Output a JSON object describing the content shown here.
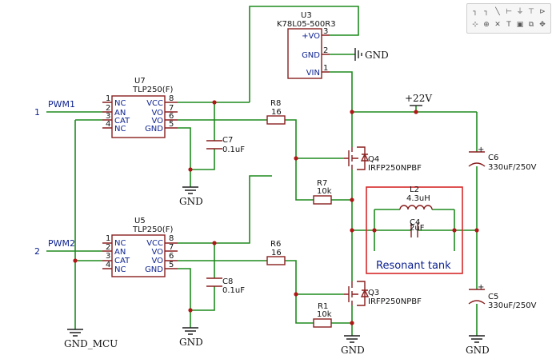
{
  "ics": {
    "u7": {
      "designator": "U7",
      "part": "TLP250(F)",
      "left_pins": [
        {
          "num": "1",
          "name": "NC"
        },
        {
          "num": "2",
          "name": "AN"
        },
        {
          "num": "3",
          "name": "CAT"
        },
        {
          "num": "4",
          "name": "NC"
        }
      ],
      "right_pins": [
        {
          "num": "8",
          "name": "VCC"
        },
        {
          "num": "7",
          "name": "VO"
        },
        {
          "num": "6",
          "name": "VO"
        },
        {
          "num": "5",
          "name": "GND"
        }
      ]
    },
    "u5": {
      "designator": "U5",
      "part": "TLP250(F)",
      "left_pins": [
        {
          "num": "1",
          "name": "NC"
        },
        {
          "num": "2",
          "name": "AN"
        },
        {
          "num": "3",
          "name": "CAT"
        },
        {
          "num": "4",
          "name": "NC"
        }
      ],
      "right_pins": [
        {
          "num": "8",
          "name": "VCC"
        },
        {
          "num": "7",
          "name": "VO"
        },
        {
          "num": "6",
          "name": "VO"
        },
        {
          "num": "5",
          "name": "GND"
        }
      ]
    },
    "u3": {
      "designator": "U3",
      "part": "K78L05-500R3",
      "pins": [
        {
          "num": "3",
          "name": "+VO"
        },
        {
          "num": "2",
          "name": "GND"
        },
        {
          "num": "1",
          "name": "VIN"
        }
      ]
    }
  },
  "ports": {
    "pwm1": {
      "num": "1",
      "label": "PWM1"
    },
    "pwm2": {
      "num": "2",
      "label": "PWM2"
    }
  },
  "components": {
    "r8": {
      "des": "R8",
      "val": "16"
    },
    "r7": {
      "des": "R7",
      "val": "10k"
    },
    "r6": {
      "des": "R6",
      "val": "16"
    },
    "r1": {
      "des": "R1",
      "val": "10k"
    },
    "c7": {
      "des": "C7",
      "val": "0.1uF"
    },
    "c8": {
      "des": "C8",
      "val": "0.1uF"
    },
    "c6": {
      "des": "C6",
      "val": "330uF/250V"
    },
    "c5": {
      "des": "C5",
      "val": "330uF/250V"
    },
    "c4": {
      "des": "C4",
      "val": "2uF"
    },
    "l2": {
      "des": "L2",
      "val": "4.3uH"
    },
    "q4": {
      "des": "Q4",
      "val": "IRFP250NPBF"
    },
    "q3": {
      "des": "Q3",
      "val": "IRFP250NPBF"
    }
  },
  "nets": {
    "gnd": "GND",
    "gnd_mcu": "GND_MCU",
    "v22": "+22V"
  },
  "tank": {
    "label": "Resonant tank",
    "border_color": "#d62828"
  },
  "colors": {
    "wire": "#1f8a1f",
    "symbol": "#8a1f1f",
    "pin_name": "#0a1f8f",
    "junction": "#b01616"
  },
  "toolbar": {
    "icons": [
      "wire-icon",
      "bus-icon",
      "line-icon",
      "netlabel-icon",
      "ground-icon",
      "power-icon",
      "netflag-icon",
      "junction-icon",
      "probe-icon",
      "noconnect-icon",
      "text-icon",
      "image-icon",
      "copy-icon",
      "move-icon"
    ]
  }
}
